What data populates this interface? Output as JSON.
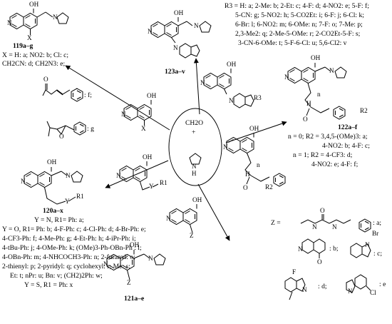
{
  "center": {
    "reagent1": "CH2O",
    "reagent2": "+",
    "amine_atoms": {
      "n": "N",
      "h": "H"
    }
  },
  "atoms": {
    "oh": "OH",
    "n": "N",
    "x": "X",
    "z": "Z",
    "y": "Y",
    "r1": "R1",
    "r2": "R2",
    "r3": "R3",
    "n_sub": "n",
    "o": "O",
    "h": "H",
    "br": "Br",
    "f": "F",
    "cl": "Cl"
  },
  "compound_119": {
    "label": "119a–g",
    "lines": [
      "X = H: a; NO2: b; Cl: c;",
      "CH2CN: d; CH2N3: e;"
    ],
    "f_label": ": f;",
    "g_label": ": g"
  },
  "compound_123": {
    "label": "123a–v",
    "lines": [
      "R3 = H: a; 2-Me: b; 2-Et: c; 4-F: d; 4-NO2: e; 5-F: f;",
      "5-CN: g; 5-NO2: h; 5-CO2Et: i; 6-F: j; 6-Cl: k;",
      "6-Br: l; 6-NO2: m; 6-OMe: n; 7-F: o; 7-Me: p;",
      "2,3-Me2: q; 2-Me-5-OMe: r; 2-CO2Et-5-F: s;",
      "3-CN-6-OMe: t; 5-F-6-Cl: u; 5,6-Cl2: v"
    ]
  },
  "compound_122": {
    "label": "122a–f",
    "lines": [
      "n = 0; R2 = 3,4,5-(OMe)3: a;",
      "4-NO2: b; 4-F: c;",
      "n = 1; R2 = 4-CF3: d;",
      "4-NO2: e; 4-F: f;"
    ]
  },
  "compound_120": {
    "label": "120a–x",
    "lines": [
      "Y = N, R1= Ph: a;",
      "Y = O, R1= Ph: b; 4-F-Ph: c; 4-Cl-Ph: d; 4-Br-Ph: e;",
      "4-CF3-Ph: f; 4-Me-Ph: g; 4-Et-Ph: h; 4-iPr-Ph: i;",
      "4-tBu-Ph: j; 4-OMe-Ph: k; (OMe)3-Ph-OBn-Ph : l;",
      "4-OBn-Ph: m; 4-NHCOCH3-Ph: n; 2-furanyl: o;",
      "2-thienyl: p; 2-pyridyl: q; cyclohexyl: r; Me: s;",
      "Et: t; nPr: u; Bn: v; (CH2)2Ph: w;",
      "Y = S, R1 = Ph: x"
    ]
  },
  "compound_121": {
    "label": "121a–e",
    "z_prefix": "Z =",
    "labels": [
      ": a;",
      ": b;",
      ": c;",
      ": d;",
      ": e"
    ]
  }
}
